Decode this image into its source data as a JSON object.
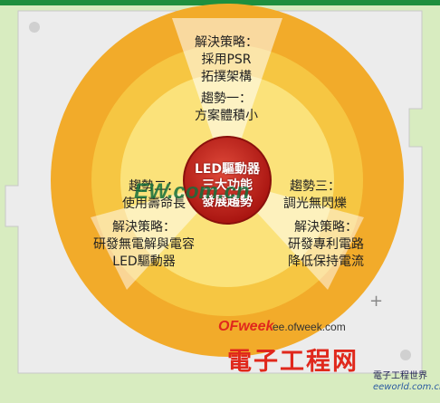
{
  "center": {
    "line1": "LED驅動器",
    "line2": "三大功能",
    "line3": "發展趨勢"
  },
  "top_solution": {
    "title": "解決策略：",
    "line1": "採用PSR",
    "line2": "拓撲架構"
  },
  "trend1": {
    "title": "趨勢一：",
    "desc": "方案體積小"
  },
  "trend2": {
    "title": "趨勢二：",
    "desc": "使用壽命長"
  },
  "trend3": {
    "title": "趨勢三：",
    "desc": "調光無閃爍"
  },
  "left_solution": {
    "title": "解決策略：",
    "line1": "研發無電解與電容",
    "line2": "LED驅動器"
  },
  "right_solution": {
    "title": "解決策略：",
    "line1": "研發專利電路",
    "line2": "降低保持電流"
  },
  "watermarks": {
    "site_text": "EW.com.cn",
    "brand_a": "OFweek",
    "brand_b": "ee.ofweek.com",
    "brand_cn": "電子工程网",
    "logo_cn": "電子工程世界",
    "logo_en": "eeworld.com.cn"
  },
  "colors": {
    "board": "#ececec",
    "outer_ring": "#f2ab2a",
    "middle_ring": "#f6c642",
    "inner_ring": "#fbe27a",
    "center_circle": "#c8241e",
    "background": "#d8ecc0"
  }
}
